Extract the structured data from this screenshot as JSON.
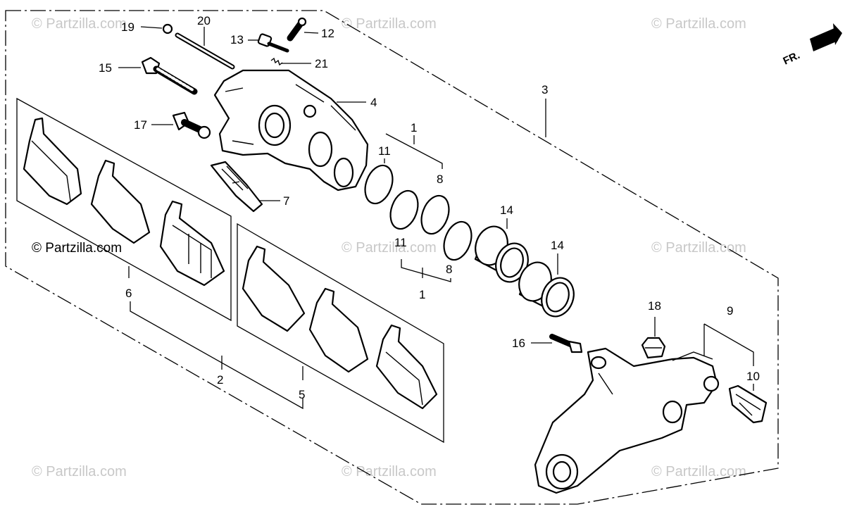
{
  "watermarks": [
    "© Partzilla.com",
    "© Partzilla.com",
    "© Partzilla.com",
    "© Partzilla.com",
    "© Partzilla.com",
    "© Partzilla.com",
    "© Partzilla.com",
    "© Partzilla.com",
    "© Partzilla.com"
  ],
  "direction_label": "FR.",
  "callouts": {
    "c19": "19",
    "c20": "20",
    "c13": "13",
    "c12": "12",
    "c21": "21",
    "c15": "15",
    "c4": "4",
    "c3": "3",
    "c17": "17",
    "c7": "7",
    "c1a": "1",
    "c11a": "11",
    "c8a": "8",
    "c11b": "11",
    "c8b": "8",
    "c1b": "1",
    "c14a": "14",
    "c14b": "14",
    "c6": "6",
    "c2": "2",
    "c5": "5",
    "c18": "18",
    "c9": "9",
    "c16": "16",
    "c10": "10"
  }
}
